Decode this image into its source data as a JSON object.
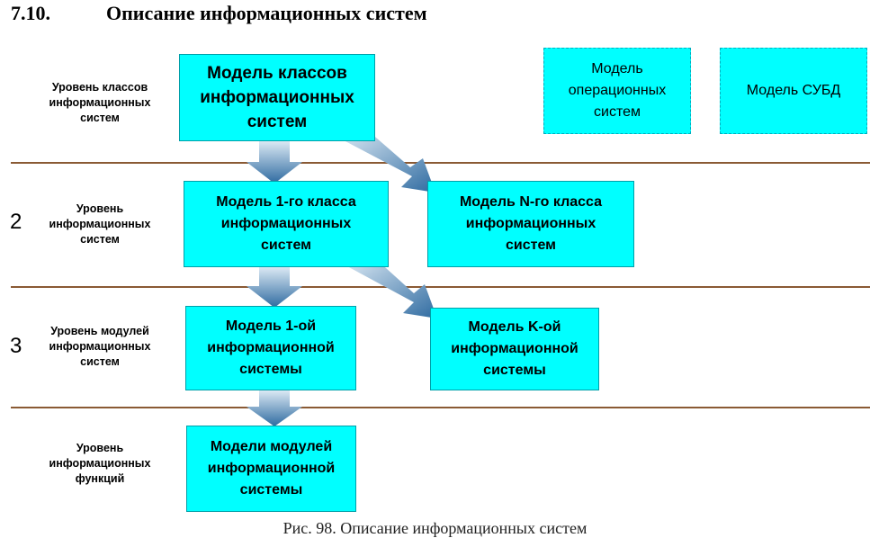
{
  "heading": {
    "number": "7.10.",
    "title": "Описание информационных систем"
  },
  "levels": [
    {
      "number": "",
      "label": "Уровень классов\nинформационных\nсистем"
    },
    {
      "number": "2",
      "label": "Уровень\nинформационных\nсистем"
    },
    {
      "number": "3",
      "label": "Уровень модулей\nинформационных\nсистем"
    },
    {
      "number": "",
      "label": "Уровень\nинформационных\nфункций"
    }
  ],
  "boxes": {
    "class_model": "Модель классов\nинформационных\nсистем",
    "os_model": "Модель\nоперационных\nсистем",
    "dbms_model": "Модель СУБД",
    "class1_model": "Модель 1-го класса\nинформационных\nсистем",
    "classN_model": "Модель N-го класса\nинформационных\nсистем",
    "system1_model": "Модель 1-ой\nинформационной\nсистемы",
    "systemK_model": "Модель K-ой\nинформационной\nсистемы",
    "modules_model": "Модели модулей\nинформационной\nсистемы"
  },
  "caption": "Рис. 98. Описание информационных систем",
  "colors": {
    "box_fill": "#00ffff",
    "box_border": "#009fa8",
    "level_rule": "#8a5a34",
    "arrow_top": "#dbe9f4",
    "arrow_bottom": "#2e6aa0"
  }
}
